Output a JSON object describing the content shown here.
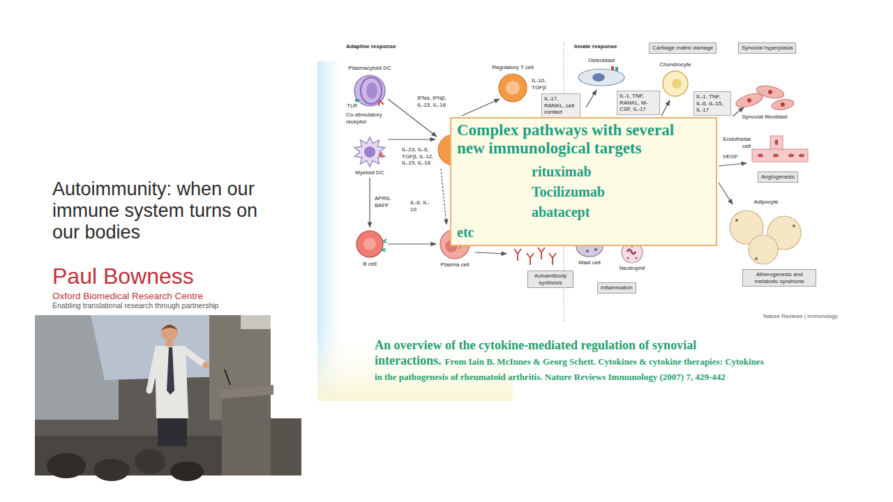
{
  "diagram": {
    "title": "Autoimmunity: when our immune system turns on our bodies",
    "caption": "An overview of the cytokine-mediated regulation of synovial interactions.",
    "nodes": [
      {
        "text": [
          "Plasmacytoid DC"
        ]
      },
      {
        "text": [
          "Regulatory T cell"
        ]
      },
      {
        "text": [
          "IL-17, RANKL, cell contact"
        ]
      },
      {
        "text": [
          "Osteoblast"
        ]
      },
      {
        "text": [
          "Cartilage matrix damage"
        ]
      },
      {
        "text": [
          "Chondrocyte"
        ]
      },
      {
        "text": [
          "IL-1, TNF, RANKL, M-CSF, IL-17"
        ]
      },
      {
        "text": [
          "Synovial hyperplasia"
        ]
      },
      {
        "text": [
          "Synovial fibroblast"
        ]
      },
      {
        "text": [
          "IL-1, TNF, IL-6, IL-15, IL-17"
        ]
      },
      {
        "text": [
          "Myeloid DC"
        ]
      },
      {
        "text": [
          "Endothelial cell"
        ]
      },
      {
        "text": [
          "Angiogenesis"
        ]
      },
      {
        "text": [
          "Complex pathways with several new immunological targets",
          "rituximab",
          "Tocilizumab",
          "abatacept",
          "etc"
        ]
      },
      {
        "text": [
          "Adipocyte"
        ]
      },
      {
        "text": [
          "B cell"
        ]
      },
      {
        "text": [
          "Plasma cell"
        ]
      },
      {
        "text": [
          "Mast cell"
        ]
      },
      {
        "text": [
          "Neutrophil"
        ]
      },
      {
        "text": [
          "Autoantibody synthesis"
        ]
      },
      {
        "text": [
          "Inflammation"
        ]
      },
      {
        "text": [
          "Atherogenesis and metabolic syndrome"
        ]
      }
    ],
    "edges": [
      {
        "from": 10,
        "to": 15,
        "arrow": "to"
      },
      {
        "from": 15,
        "to": 16,
        "arrow": "to"
      }
    ],
    "labels": [
      "Paul Bowness",
      "Oxford Biomedical Research Centre",
      "Enabling translational research through partnership",
      "Adaptive response",
      "Innate response",
      "TLR",
      "Co-stimulatory receptor",
      "IFNα, IFNβ, IL-15, IL-18",
      "IL-10, TGFβ",
      "IL-23, IL-6, TGFβ, IL-12, IL-15, IL-18",
      "APRIL BAFF",
      "IL-6, IL-10",
      "VEGF",
      "Nature Reviews | Immunology",
      "From Iain B. McInnes & Georg Schett. Cytokines & cytokine therapies: Cytokines in the pathogenesis of rheumatoid arthritis. Nature Reviews Immunology (2007) 7, 429-442"
    ]
  }
}
